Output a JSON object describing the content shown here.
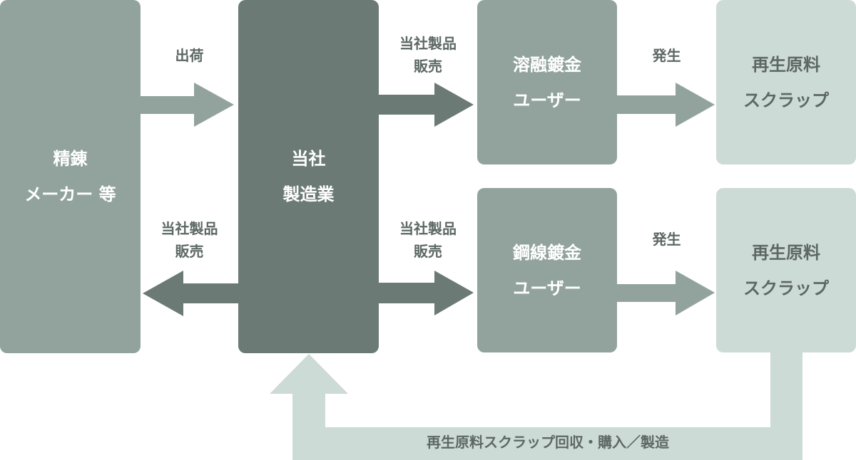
{
  "nodes": {
    "refiner": {
      "line1": "精錬",
      "line2": "メーカー 等"
    },
    "company": {
      "line1": "当社",
      "line2": "製造業"
    },
    "hotdip_user": {
      "line1": "溶融鍍金",
      "line2": "ユーザー"
    },
    "wire_user": {
      "line1": "鋼線鍍金",
      "line2": "ユーザー"
    },
    "scrap_top": {
      "line1": "再生原料",
      "line2": "スクラップ"
    },
    "scrap_bottom": {
      "line1": "再生原料",
      "line2": "スクラップ"
    }
  },
  "edges": {
    "shipment": {
      "label": "出荷"
    },
    "sale_to_refiner": {
      "line1": "当社製品",
      "line2": "販売"
    },
    "sale_to_hotdip": {
      "line1": "当社製品",
      "line2": "販売"
    },
    "sale_to_wire": {
      "line1": "当社製品",
      "line2": "販売"
    },
    "gen_top": {
      "label": "発生"
    },
    "gen_bottom": {
      "label": "発生"
    },
    "recycle": {
      "label": "再生原料スクラップ回収・購入／製造"
    }
  },
  "colors": {
    "refiner": "#92a39d",
    "company": "#6c7a75",
    "user": "#92a39d",
    "scrap": "#cddbd6",
    "arrow_dark": "#6c7a75",
    "arrow_mid": "#92a39d",
    "arrow_light": "#cddbd6",
    "label_text": "#5d6864"
  }
}
